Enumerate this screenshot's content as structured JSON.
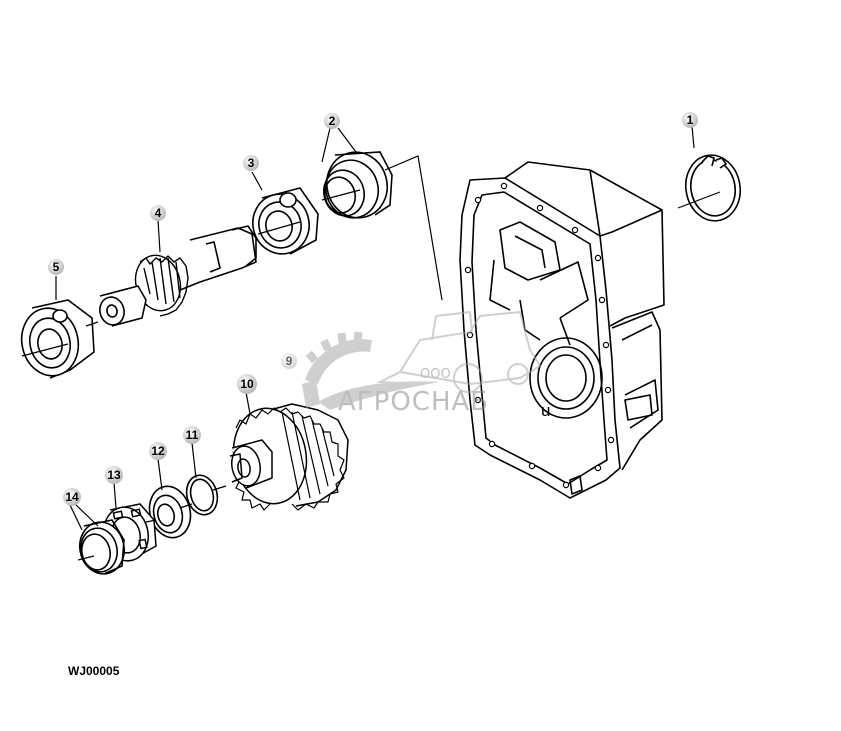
{
  "figure_code": "WJ00005",
  "callouts": [
    "1",
    "2",
    "3",
    "4",
    "5",
    "9",
    "10",
    "11",
    "12",
    "13",
    "14"
  ],
  "watermark": {
    "prefix": "ООО",
    "name": "АГРОСНАБ",
    "color": "#9a9a9a"
  },
  "stray_letter": "u",
  "colors": {
    "line": "#000000",
    "callout_bubble": "#cfcfcf",
    "paper": "#ffffff"
  }
}
